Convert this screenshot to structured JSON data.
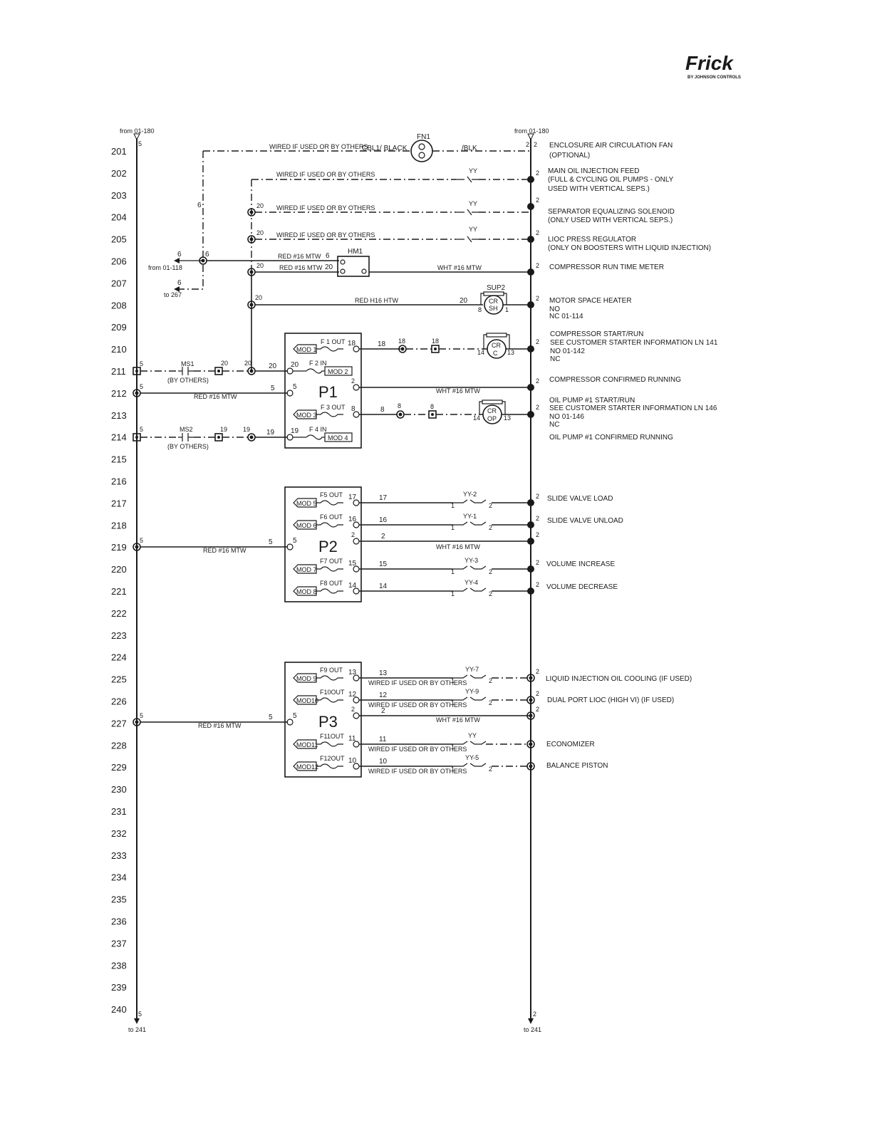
{
  "brand": {
    "logo": "Frick",
    "sub": "BY JOHNSON CONTROLS"
  },
  "rail_labels": {
    "left_top": "from 01-180",
    "right_top": "from 01-180",
    "left_bottom": "to 241",
    "right_bottom": "to 241",
    "left_wire": "5",
    "right_wire": "2"
  },
  "rows": [
    "201",
    "202",
    "203",
    "204",
    "205",
    "206",
    "207",
    "208",
    "209",
    "210",
    "211",
    "212",
    "213",
    "214",
    "215",
    "216",
    "217",
    "218",
    "219",
    "220",
    "221",
    "222",
    "223",
    "224",
    "225",
    "226",
    "227",
    "228",
    "229",
    "230",
    "231",
    "232",
    "233",
    "234",
    "235",
    "236",
    "237",
    "238",
    "239",
    "240"
  ],
  "side": {
    "from_118": "from 01-118",
    "to_267": "to 267",
    "w6": "6",
    "w20": "20",
    "w19": "19",
    "w5": "5",
    "w18": "18",
    "w8": "8",
    "w2": "2"
  },
  "labels": {
    "fn1": "FN1",
    "hm1": "HM1",
    "sup2": "SUP2",
    "cr_sh": "CR",
    "sh": "SH",
    "cr": "CR",
    "c": "C",
    "op": "OP",
    "ms1": "MS1",
    "ms2": "MS2",
    "by_others": "(BY OTHERS)",
    "wired": "WIRED IF USED OR BY OTHERS",
    "cbl": "CBL1/ BLACK",
    "blk": "/BLK",
    "red16": "RED #16 MTW",
    "wht16": "WHT #16 MTW",
    "red_h16": "RED H16 HTW",
    "yy": "YY",
    "yy1": "YY-1",
    "yy2": "YY-2",
    "yy3": "YY-3",
    "yy4": "YY-4",
    "yy5": "YY-5",
    "yy7": "YY-7",
    "yy9": "YY-9",
    "n1": "1",
    "n2": "2",
    "n6": "6",
    "n8": "8",
    "n13": "13",
    "n14": "14"
  },
  "p1": {
    "name": "P1",
    "rows": [
      {
        "fuse": "F 1 OUT",
        "mod": "MOD 1",
        "wire": "18"
      },
      {
        "fuse": "F 2 IN",
        "mod": "MOD 2",
        "wire": "20"
      },
      {
        "fuse": "",
        "mod": "",
        "wire": "2"
      },
      {
        "fuse": "F 3 OUT",
        "mod": "MOD 3",
        "wire": "8"
      },
      {
        "fuse": "F 4 IN",
        "mod": "MOD 4",
        "wire": "19"
      }
    ]
  },
  "p2": {
    "name": "P2",
    "rows": [
      {
        "fuse": "F5 OUT",
        "mod": "MOD 5",
        "wire": "17"
      },
      {
        "fuse": "F6 OUT",
        "mod": "MOD 6",
        "wire": "16"
      },
      {
        "fuse": "",
        "mod": "",
        "wire": "2"
      },
      {
        "fuse": "F7 OUT",
        "mod": "MOD 7",
        "wire": "15"
      },
      {
        "fuse": "F8 OUT",
        "mod": "MOD 8",
        "wire": "14"
      }
    ]
  },
  "p3": {
    "name": "P3",
    "rows": [
      {
        "fuse": "F9 OUT",
        "mod": "MOD 9",
        "wire": "13"
      },
      {
        "fuse": "F10OUT",
        "mod": "MOD10",
        "wire": "12"
      },
      {
        "fuse": "",
        "mod": "",
        "wire": "2"
      },
      {
        "fuse": "F11OUT",
        "mod": "MOD11",
        "wire": "11"
      },
      {
        "fuse": "F12OUT",
        "mod": "MOD12",
        "wire": "10"
      }
    ]
  },
  "descriptions": {
    "d201a": "ENCLOSURE AIR CIRCULATION FAN",
    "d201b": "(OPTIONAL)",
    "d202a": "MAIN OIL INJECTION FEED",
    "d202b": "(FULL & CYCLING OIL PUMPS - ONLY",
    "d202c": "USED WITH VERTICAL SEPS.)",
    "d204a": "SEPARATOR EQUALIZING SOLENOID",
    "d204b": "(ONLY USED WITH VERTICAL SEPS.)",
    "d205a": "LIOC PRESS REGULATOR",
    "d205b": "(ONLY ON BOOSTERS WITH LIQUID INJECTION)",
    "d206": "COMPRESSOR RUN TIME METER",
    "d208a": "MOTOR SPACE HEATER",
    "d208b": "NO",
    "d208c": "NC 01-114",
    "d210a": "COMPRESSOR START/RUN",
    "d210b": "SEE CUSTOMER STARTER INFORMATION LN 141",
    "d210c": "NO 01-142",
    "d210d": "NC",
    "d211": "COMPRESSOR CONFIRMED RUNNING",
    "d213a": "OIL PUMP #1 START/RUN",
    "d213b": "SEE CUSTOMER STARTER INFORMATION LN 146",
    "d213c": "NO 01-146",
    "d213d": "NC",
    "d214": "OIL PUMP #1 CONFIRMED RUNNING",
    "d217": "SLIDE VALVE LOAD",
    "d218": "SLIDE VALVE UNLOAD",
    "d220": "VOLUME INCREASE",
    "d221": "VOLUME DECREASE",
    "d225": "LIQUID INJECTION OIL COOLING (IF USED)",
    "d226": "DUAL PORT LIOC (HIGH VI) (IF USED)",
    "d228": "ECONOMIZER",
    "d229": "BALANCE PISTON"
  }
}
